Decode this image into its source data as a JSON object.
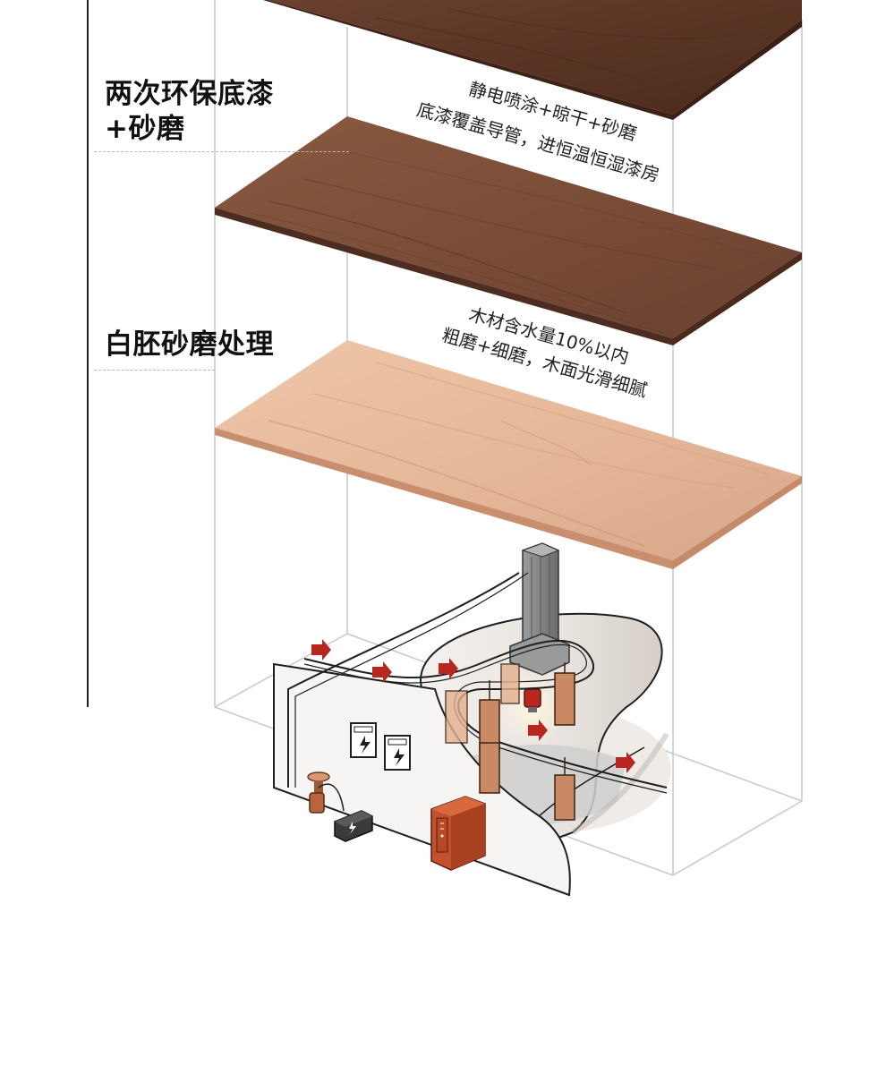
{
  "steps": [
    {
      "title_line1": "两次环保底漆",
      "title_line2": "+砂磨",
      "note_line1": "静电喷涂+晾干+砂磨",
      "note_line2": "底漆覆盖导管，进恒温恒湿漆房"
    },
    {
      "title_line1": "白胚砂磨处理",
      "note_line1": "木材含水量10%以内",
      "note_line2": "粗磨+细磨，木面光滑细腻"
    }
  ],
  "colors": {
    "dark_walnut": "#5a3524",
    "medium_walnut": "#7a4d37",
    "raw_wood": "#e6b89a",
    "accent_red": "#b7271e",
    "cabinet_orange": "#c4502e",
    "copper_panel": "#c98a63"
  }
}
